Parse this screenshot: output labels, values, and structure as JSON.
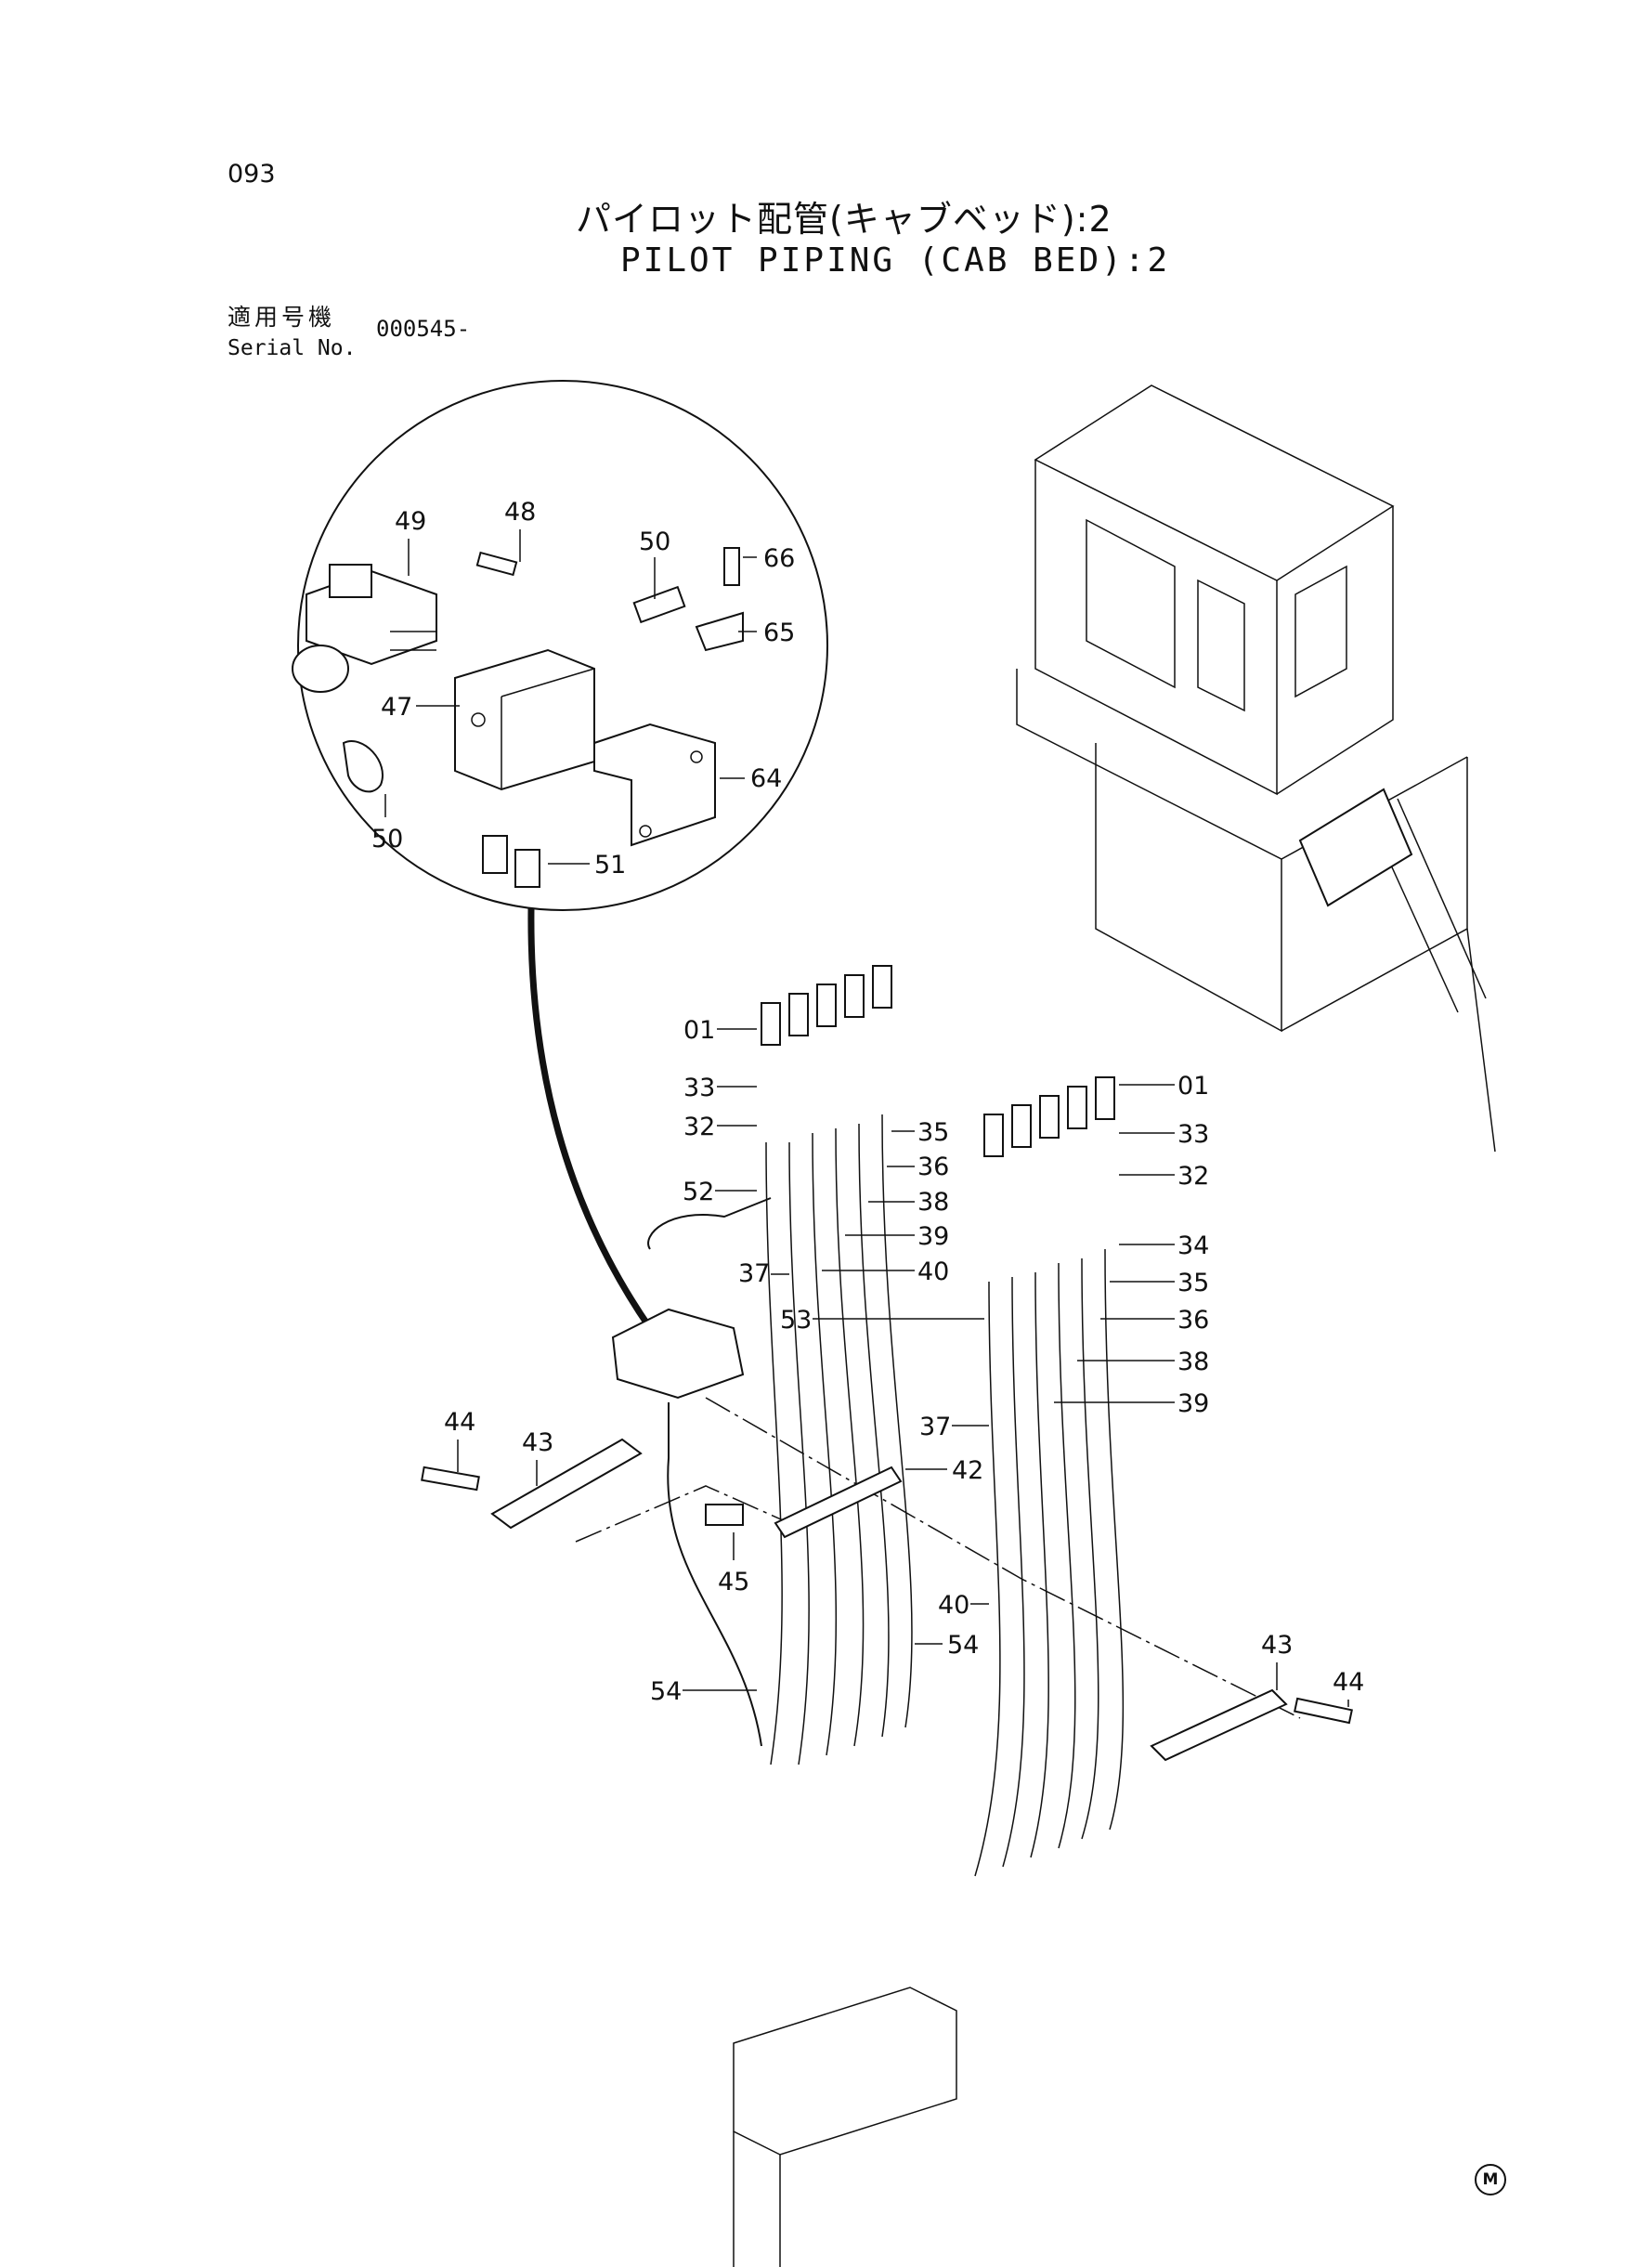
{
  "header": {
    "page_number": "093",
    "title_jp": "パイロット配管(キャブベッド):2",
    "title_en": "PILOT PIPING (CAB BED):2",
    "serial_label_jp": "適用号機",
    "serial_label_en": "Serial No.",
    "serial_value": "000545-"
  },
  "footer": {
    "mark": "M"
  },
  "callouts": [
    {
      "id": "c49",
      "label": "49"
    },
    {
      "id": "c48",
      "label": "48"
    },
    {
      "id": "c50a",
      "label": "50"
    },
    {
      "id": "c66",
      "label": "66"
    },
    {
      "id": "c65",
      "label": "65"
    },
    {
      "id": "c47",
      "label": "47"
    },
    {
      "id": "c64",
      "label": "64"
    },
    {
      "id": "c50b",
      "label": "50"
    },
    {
      "id": "c51",
      "label": "51"
    },
    {
      "id": "c01a",
      "label": "01"
    },
    {
      "id": "c33a",
      "label": "33"
    },
    {
      "id": "c32a",
      "label": "32"
    },
    {
      "id": "c35a",
      "label": "35"
    },
    {
      "id": "c36a",
      "label": "36"
    },
    {
      "id": "c52",
      "label": "52"
    },
    {
      "id": "c38a",
      "label": "38"
    },
    {
      "id": "c39a",
      "label": "39"
    },
    {
      "id": "c37a",
      "label": "37"
    },
    {
      "id": "c40a",
      "label": "40"
    },
    {
      "id": "c01b",
      "label": "01"
    },
    {
      "id": "c33b",
      "label": "33"
    },
    {
      "id": "c32b",
      "label": "32"
    },
    {
      "id": "c34",
      "label": "34"
    },
    {
      "id": "c35b",
      "label": "35"
    },
    {
      "id": "c53",
      "label": "53"
    },
    {
      "id": "c36b",
      "label": "36"
    },
    {
      "id": "c38b",
      "label": "38"
    },
    {
      "id": "c39b",
      "label": "39"
    },
    {
      "id": "c37b",
      "label": "37"
    },
    {
      "id": "c44a",
      "label": "44"
    },
    {
      "id": "c43a",
      "label": "43"
    },
    {
      "id": "c42",
      "label": "42"
    },
    {
      "id": "c45",
      "label": "45"
    },
    {
      "id": "c40b",
      "label": "40"
    },
    {
      "id": "c54a",
      "label": "54"
    },
    {
      "id": "c54b",
      "label": "54"
    },
    {
      "id": "c43b",
      "label": "43"
    },
    {
      "id": "c44b",
      "label": "44"
    }
  ]
}
